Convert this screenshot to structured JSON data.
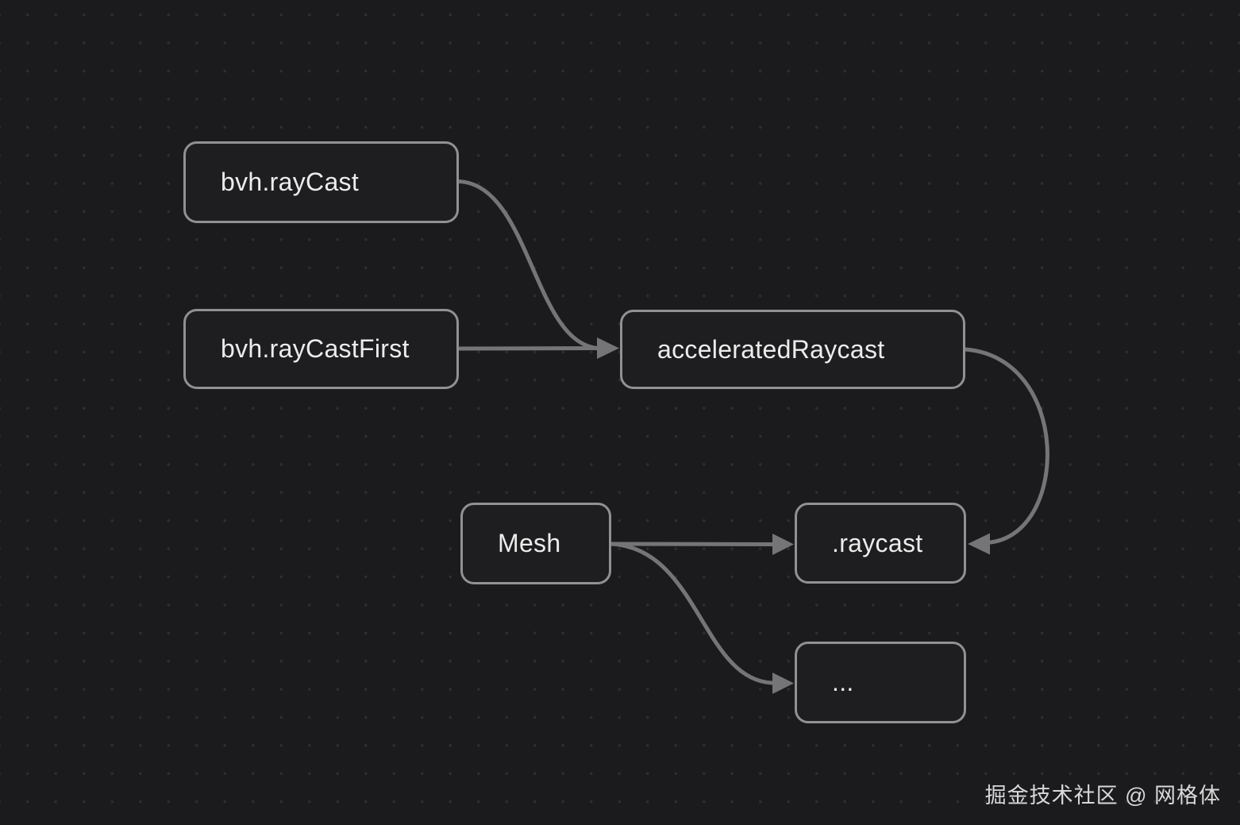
{
  "diagram": {
    "nodes": [
      {
        "id": "bvh-raycast",
        "label": "bvh.rayCast"
      },
      {
        "id": "bvh-raycast-first",
        "label": "bvh.rayCastFirst"
      },
      {
        "id": "accelerated-raycast",
        "label": "acceleratedRaycast"
      },
      {
        "id": "mesh",
        "label": "Mesh"
      },
      {
        "id": "raycast-method",
        "label": ".raycast"
      },
      {
        "id": "more",
        "label": "..."
      }
    ],
    "edges": [
      {
        "from": "bvh.rayCast",
        "to": "acceleratedRaycast"
      },
      {
        "from": "bvh.rayCastFirst",
        "to": "acceleratedRaycast"
      },
      {
        "from": "acceleratedRaycast",
        "to": ".raycast"
      },
      {
        "from": "Mesh",
        "to": ".raycast"
      },
      {
        "from": "Mesh",
        "to": "..."
      }
    ]
  },
  "watermark": {
    "text": "掘金技术社区 @ 网格体"
  },
  "colors": {
    "background": "#1b1b1d",
    "grid_dot": "#2e2e30",
    "node_border": "#919193",
    "node_fill": "#1e1e20",
    "edge": "#757577",
    "label": "#ececec",
    "watermark": "#d8d8d8"
  }
}
